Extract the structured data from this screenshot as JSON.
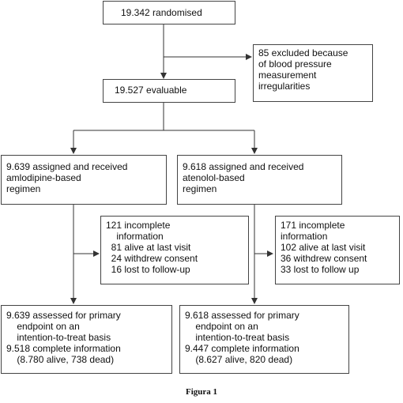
{
  "boxes": {
    "randomised": {
      "lines": [
        "19.342 randomised"
      ]
    },
    "excluded": {
      "lines": [
        "85 excluded because",
        "of blood pressure",
        "measurement",
        "irregularities"
      ]
    },
    "evaluable": {
      "lines": [
        "19.527 evaluable"
      ]
    },
    "amlodipine": {
      "lines": [
        "9.639 assigned and received",
        "amlodipine-based",
        "regimen"
      ]
    },
    "atenolol": {
      "lines": [
        "9.618 assigned and received",
        "atenolol-based",
        "regimen"
      ]
    },
    "incomplete_left": {
      "lines": [
        "121 incomplete",
        "    information",
        "  81 alive at last visit",
        "  24 withdrew consent",
        "  16 lost to follow-up"
      ]
    },
    "incomplete_right": {
      "lines": [
        "171 incomplete",
        "information",
        "102 alive at last visit",
        "36 withdrew consent",
        "33 lost to follow up"
      ]
    },
    "assessed_left": {
      "lines": [
        "9.639 assessed for primary",
        "    endpoint on an",
        "    intention-to-treat basis",
        "9.518 complete information",
        "    (8.780 alive, 738 dead)"
      ]
    },
    "assessed_right": {
      "lines": [
        "9.618 assessed for primary",
        "    endpoint on an",
        "    intention-to-treat basis",
        "9.447 complete information",
        "    (8.627 alive, 820 dead)"
      ]
    }
  },
  "caption": "Figura 1"
}
